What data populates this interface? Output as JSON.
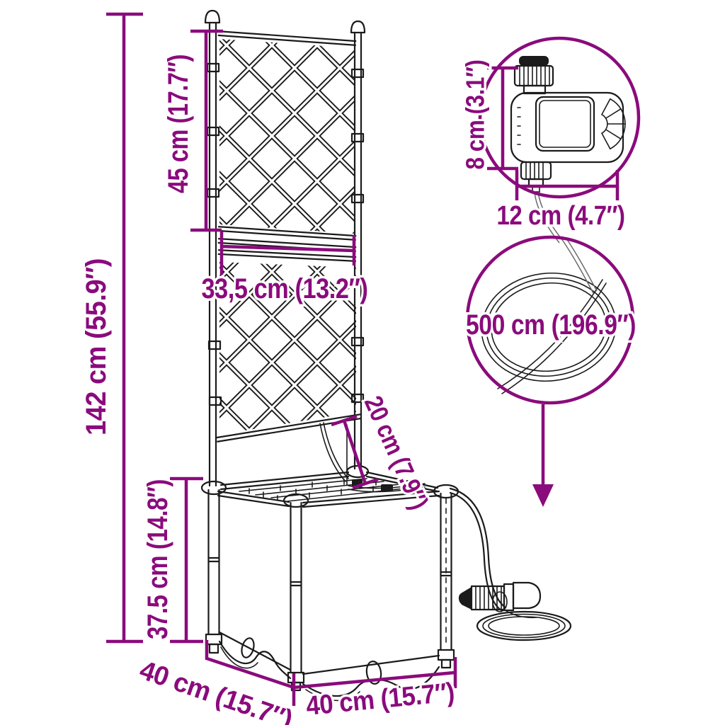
{
  "diagram": {
    "dimensions": {
      "total_height": "142 cm (55.9″)",
      "trellis_panel_height": "45 cm (17.7″)",
      "trellis_width": "33,5 cm (13.2″)",
      "planter_height": "37.5 cm (14.8″)",
      "planter_depth": "40 cm (15.7″)",
      "planter_width": "40 cm (15.7″)",
      "drip_stake_height": "20 cm (7.9″)",
      "timer_height": "8 cm (3.1″)",
      "timer_width": "12 cm (4.7″)",
      "hose_length": "500 cm (196.9″)"
    },
    "colors": {
      "dimension_annotations": "#8A0B7C",
      "line_art": "#1B1B1B",
      "background": "#FFFFFF"
    }
  }
}
